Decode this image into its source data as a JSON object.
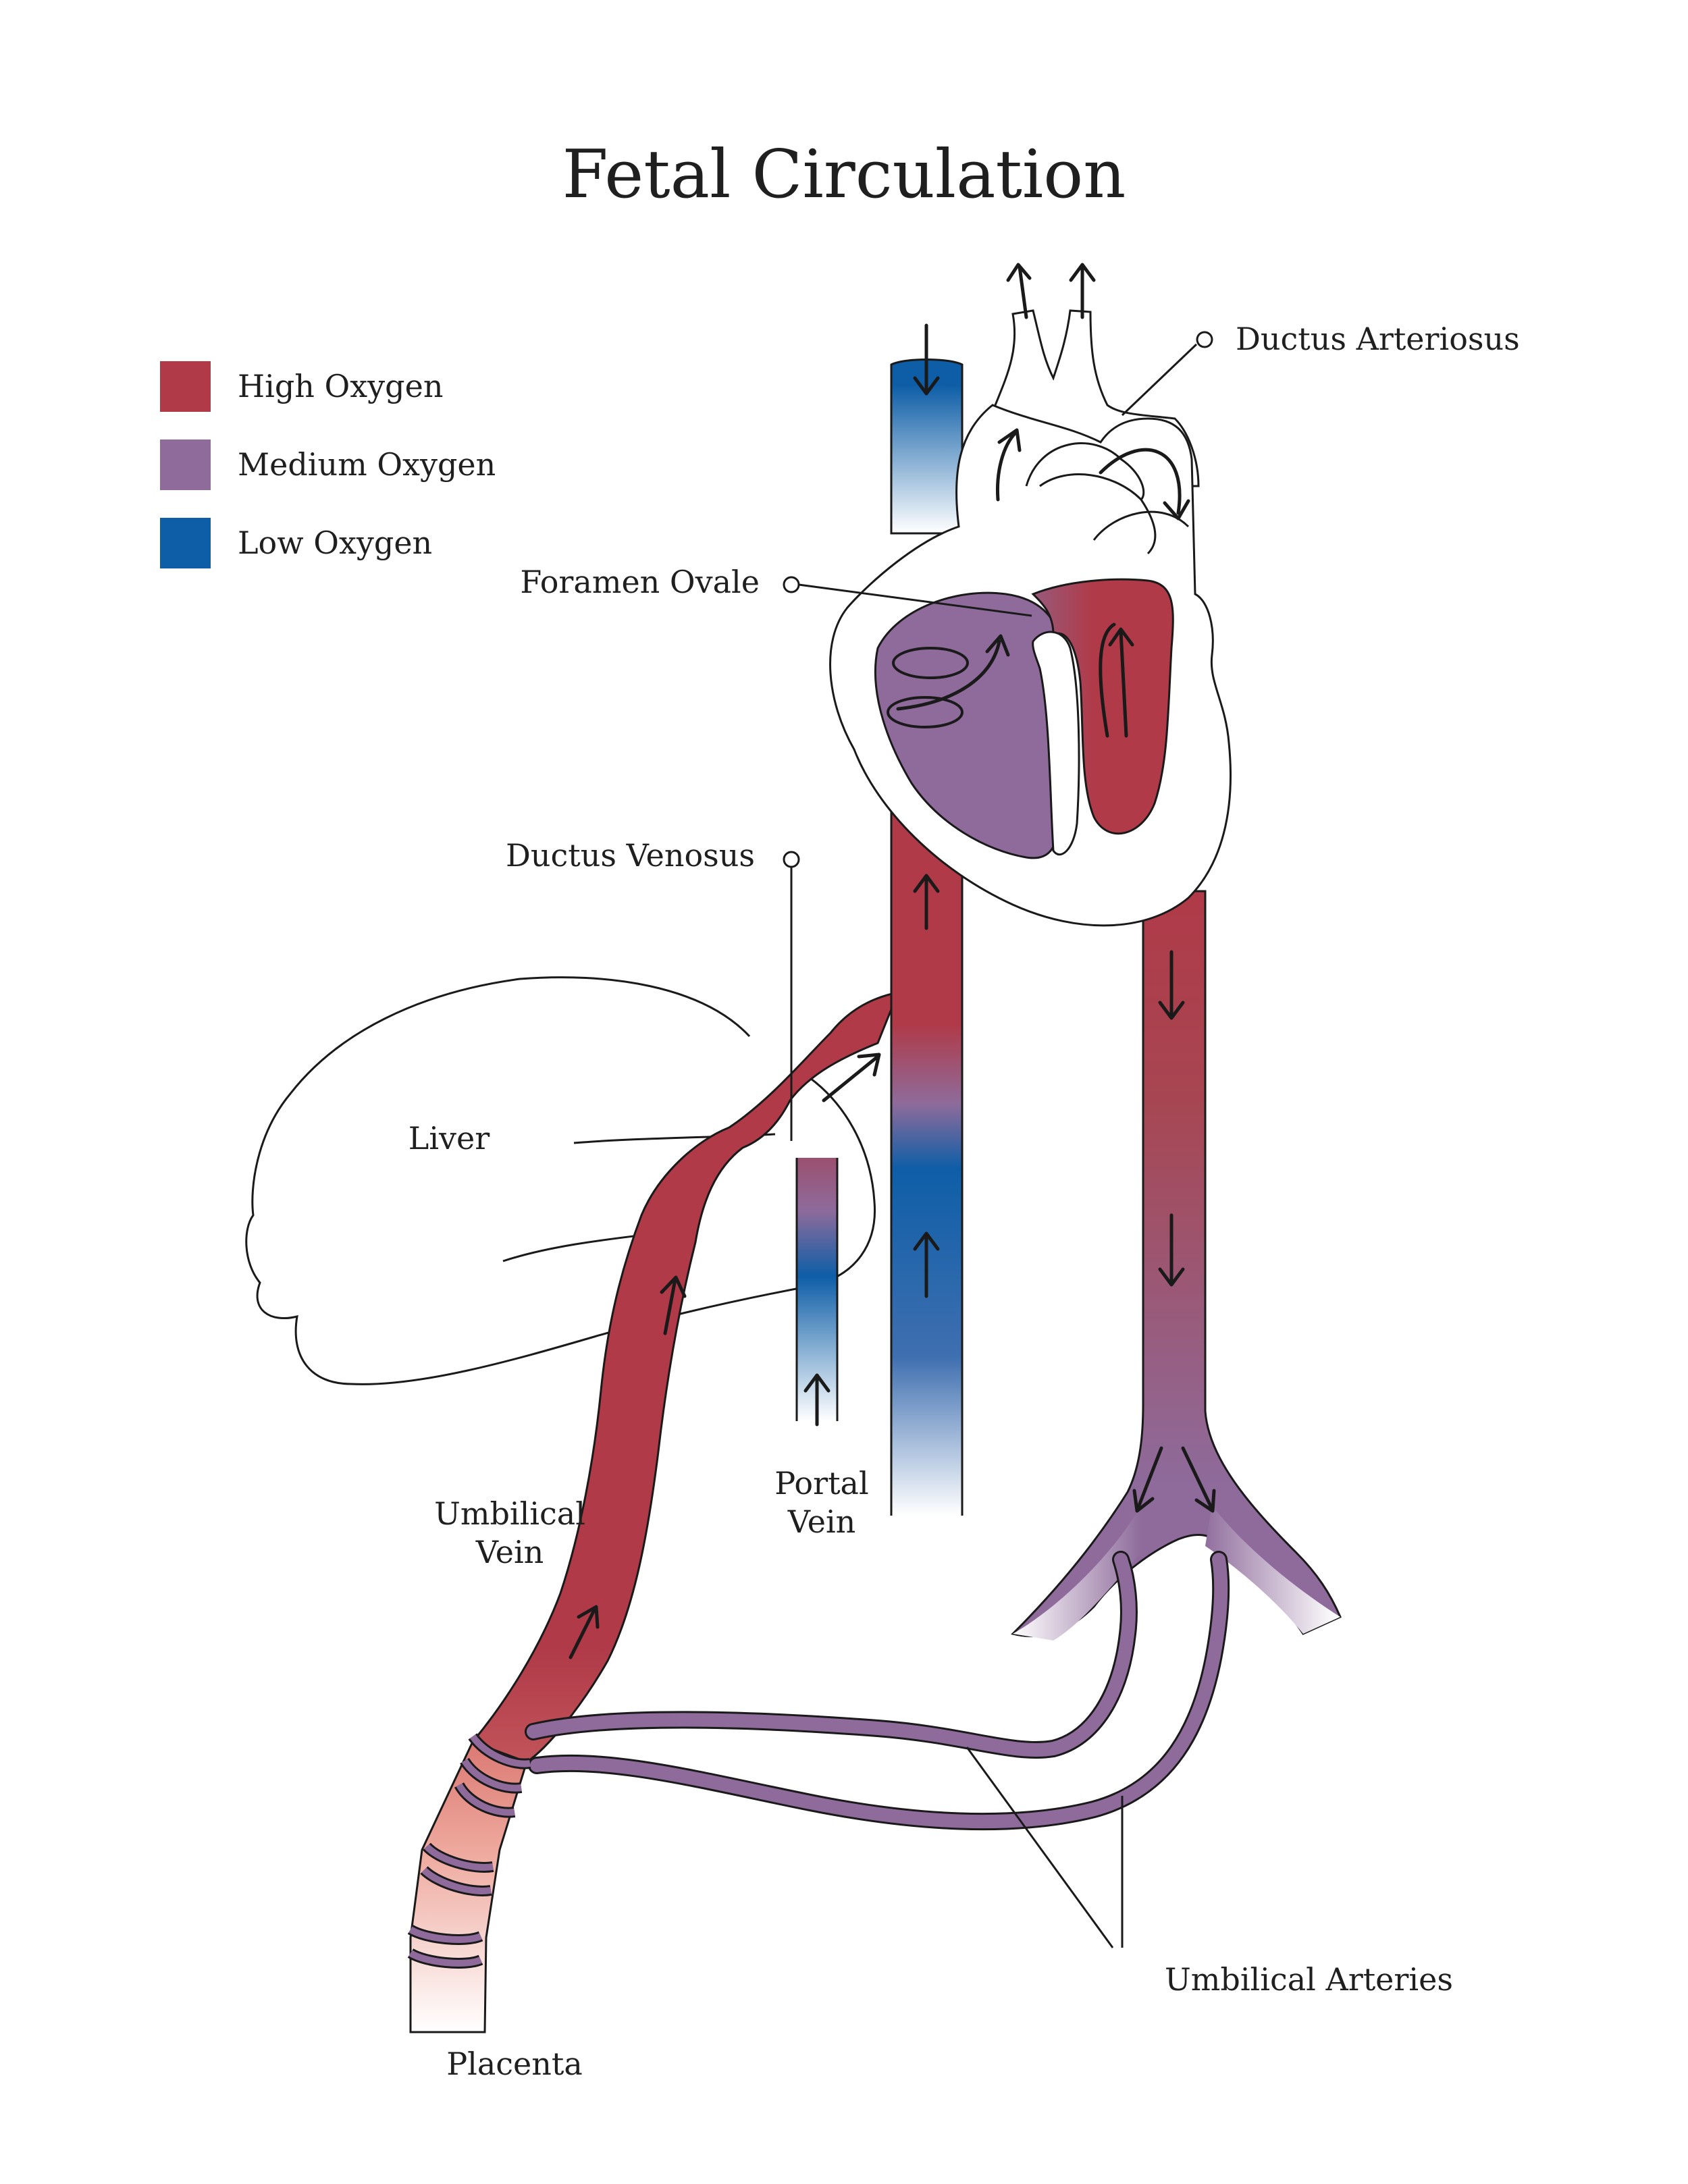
{
  "title": "Fetal Circulation",
  "legend": [
    {
      "label": "High Oxygen",
      "color": "#b03a48"
    },
    {
      "label": "Medium Oxygen",
      "color": "#8e6b9b"
    },
    {
      "label": "Low Oxygen",
      "color": "#0e5ea7"
    }
  ],
  "labels": {
    "ductus_arteriosus": "Ductus Arteriosus",
    "foramen_ovale": "Foramen Ovale",
    "ductus_venosus": "Ductus Venosus",
    "liver": "Liver",
    "umbilical_vein_line1": "Umbilical",
    "umbilical_vein_line2": "Vein",
    "portal_vein_line1": "Portal",
    "portal_vein_line2": "Vein",
    "umbilical_arteries": "Umbilical Arteries",
    "placenta": "Placenta"
  },
  "colors": {
    "high": "#b03a48",
    "medium": "#8e6b9b",
    "low": "#0e5ea7",
    "cord": "#e7a89e"
  }
}
